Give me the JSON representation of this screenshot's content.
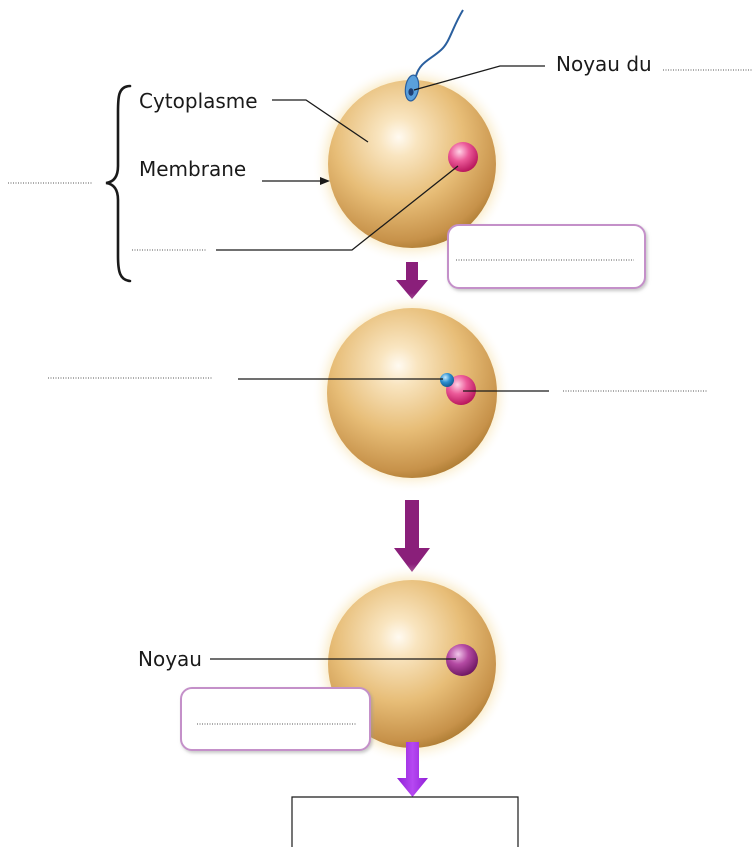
{
  "labels": {
    "cytoplasme": "Cytoplasme",
    "membrane": "Membrane",
    "noyau_du": "Noyau du",
    "noyau": "Noyau"
  },
  "colors": {
    "cell_light": "#fdf4e3",
    "cell_mid": "#e7bd77",
    "cell_dark": "#b27f35",
    "halo": "#f3d58e",
    "nucleus_pink": "#e0317c",
    "nucleus_purple": "#8f2a80",
    "sperm_nucleus_blue": "#2d8fd0",
    "sperm_head": "#5aa0dc",
    "arrow_purple": "#8a1f7a",
    "arrow_violet": "#a12ee8",
    "box_border": "#c490c9"
  }
}
